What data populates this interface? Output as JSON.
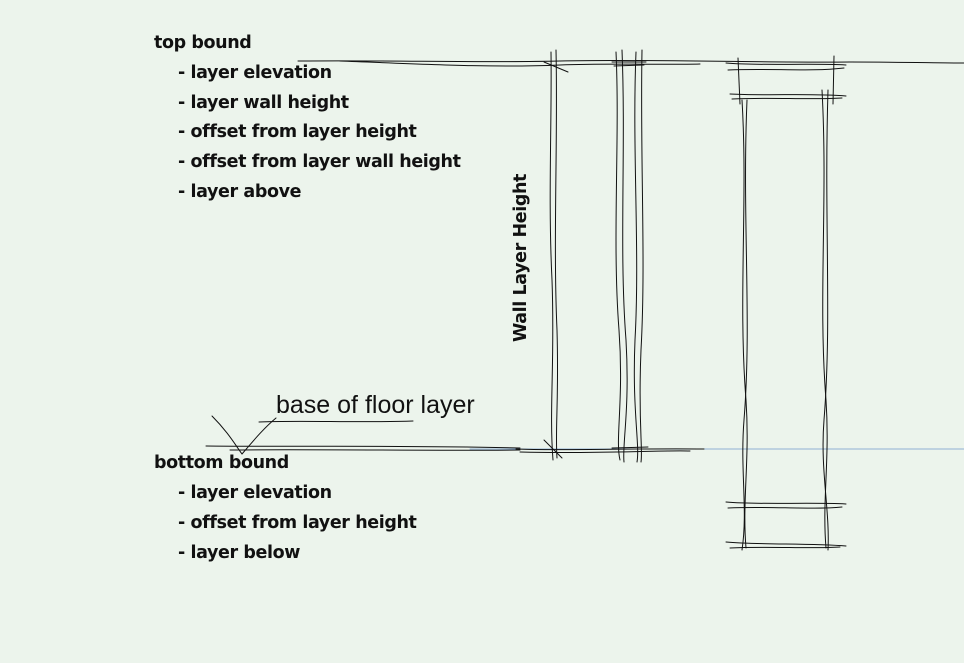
{
  "top_bound": {
    "heading": "top bound",
    "items": [
      "- layer elevation",
      "- layer wall height",
      "- offset from layer height",
      "- offset from layer wall height",
      "- layer above"
    ]
  },
  "wall_label": "Wall Layer Height",
  "base_note": "base of floor layer",
  "bottom_bound": {
    "heading": "bottom bound",
    "items": [
      "- layer elevation",
      "- offset from layer height",
      "- layer below"
    ]
  },
  "colors": {
    "background": "#ecf4ec",
    "ink": "#111111",
    "guide_line": "#8fb0d4"
  }
}
